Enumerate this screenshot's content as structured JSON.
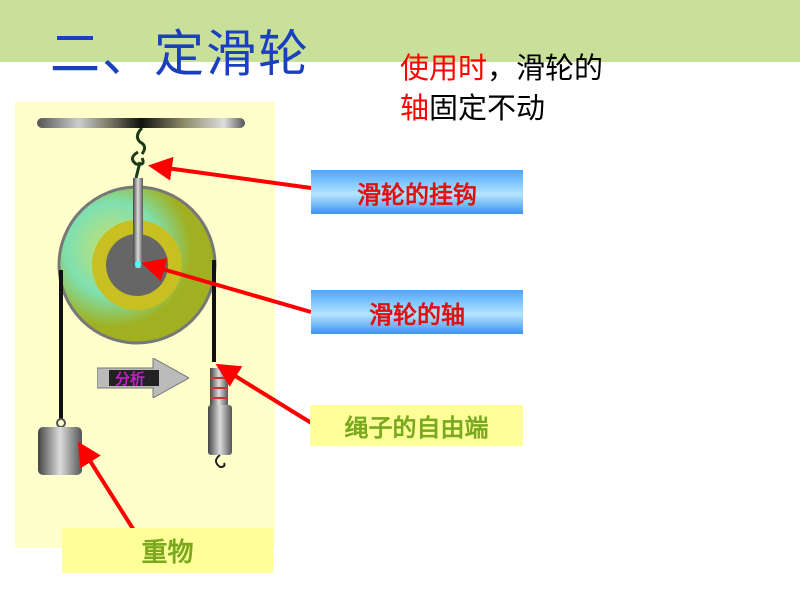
{
  "slide": {
    "title": "二、定滑轮",
    "desc_red1": "使用时",
    "desc_black1": "，滑轮的",
    "desc_red2": "轴",
    "desc_black2": "固定不动"
  },
  "labels": {
    "hook": "滑轮的挂钩",
    "axle": "滑轮的轴",
    "free_end": "绳子的自由端",
    "weight": "重物"
  },
  "analyze_button": "分析",
  "colors": {
    "header": "#c8e09a",
    "title": "#1a3fbf",
    "panel": "#ffffcc",
    "arrow": "#ff0000"
  }
}
